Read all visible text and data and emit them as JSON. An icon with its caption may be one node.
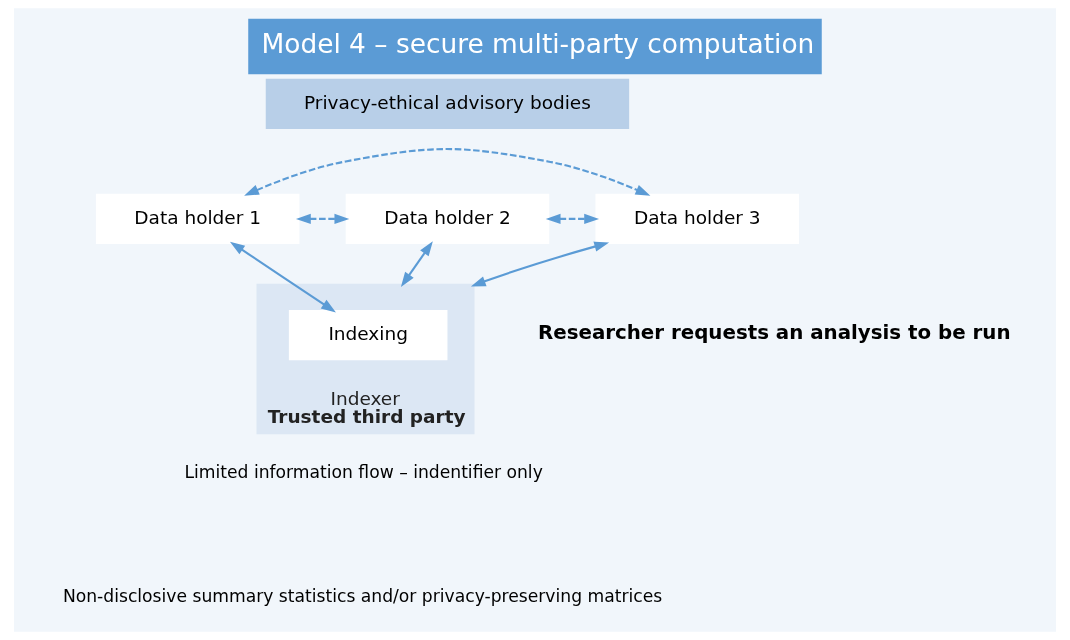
{
  "diagram": {
    "title": "Model 4 – secure multi-party computation",
    "nodes": [
      {
        "text": [
          "Privacy-ethical advisory bodies"
        ]
      },
      {
        "text": [
          "Data holder 1"
        ]
      },
      {
        "text": [
          "Data holder 2"
        ]
      },
      {
        "text": [
          "Data holder 3"
        ]
      },
      {
        "text": [
          "Indexer",
          "Trusted third party"
        ]
      },
      {
        "text": [
          "Indexing"
        ],
        "in": 4
      }
    ],
    "edges": [
      {
        "from": 1,
        "to": 3,
        "arrow": "both",
        "style": "dashed"
      },
      {
        "from": 1,
        "to": 2,
        "arrow": "both",
        "style": "dashed"
      },
      {
        "from": 2,
        "to": 3,
        "arrow": "both",
        "style": "dashed"
      },
      {
        "from": 1,
        "to": 5,
        "arrow": "both"
      },
      {
        "from": 2,
        "to": 4,
        "arrow": "both"
      },
      {
        "from": 3,
        "to": 4,
        "arrow": "both"
      }
    ],
    "labels": [
      "Researcher requests an analysis to be run"
    ],
    "legend": [
      {
        "text": "Limited information flow – indentifier only"
      },
      {
        "text": "Non-disclosive summary statistics and/or privacy-preserving matrices"
      }
    ]
  }
}
